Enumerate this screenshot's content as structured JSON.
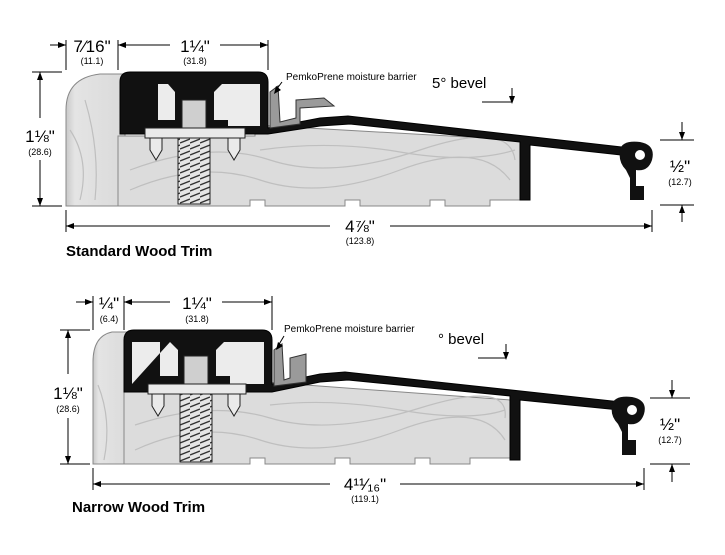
{
  "diagrams": [
    {
      "title": "Standard Wood Trim",
      "note": "PemkoPrene moisture barrier",
      "bevel": "5° bevel",
      "dim_left_top": "7⁄16\"",
      "dim_left_top_mm": "(11.1)",
      "dim_top": "1¼\"",
      "dim_top_mm": "(31.8)",
      "dim_height": "1⅛\"",
      "dim_height_mm": "(28.6)",
      "dim_width": "4⅞\"",
      "dim_width_mm": "(123.8)",
      "dim_right": "½\"",
      "dim_right_mm": "(12.7)"
    },
    {
      "title": "Narrow Wood Trim",
      "note": "PemkoPrene moisture barrier",
      "bevel": "° bevel",
      "dim_left_top": "¼\"",
      "dim_left_top_mm": "(6.4)",
      "dim_top": "1¼\"",
      "dim_top_mm": "(31.8)",
      "dim_height": "1⅛\"",
      "dim_height_mm": "(28.6)",
      "dim_width": "4¹¹⁄₁₆\"",
      "dim_width_mm": "(119.1)",
      "dim_right": "½\"",
      "dim_right_mm": "(12.7)"
    }
  ],
  "colors": {
    "wood": "#dcdcdc",
    "wood_grain": "#c2c2c2",
    "metal": "#111111",
    "gasket": "#9a9a9a",
    "screw": "#d8d8d8"
  }
}
